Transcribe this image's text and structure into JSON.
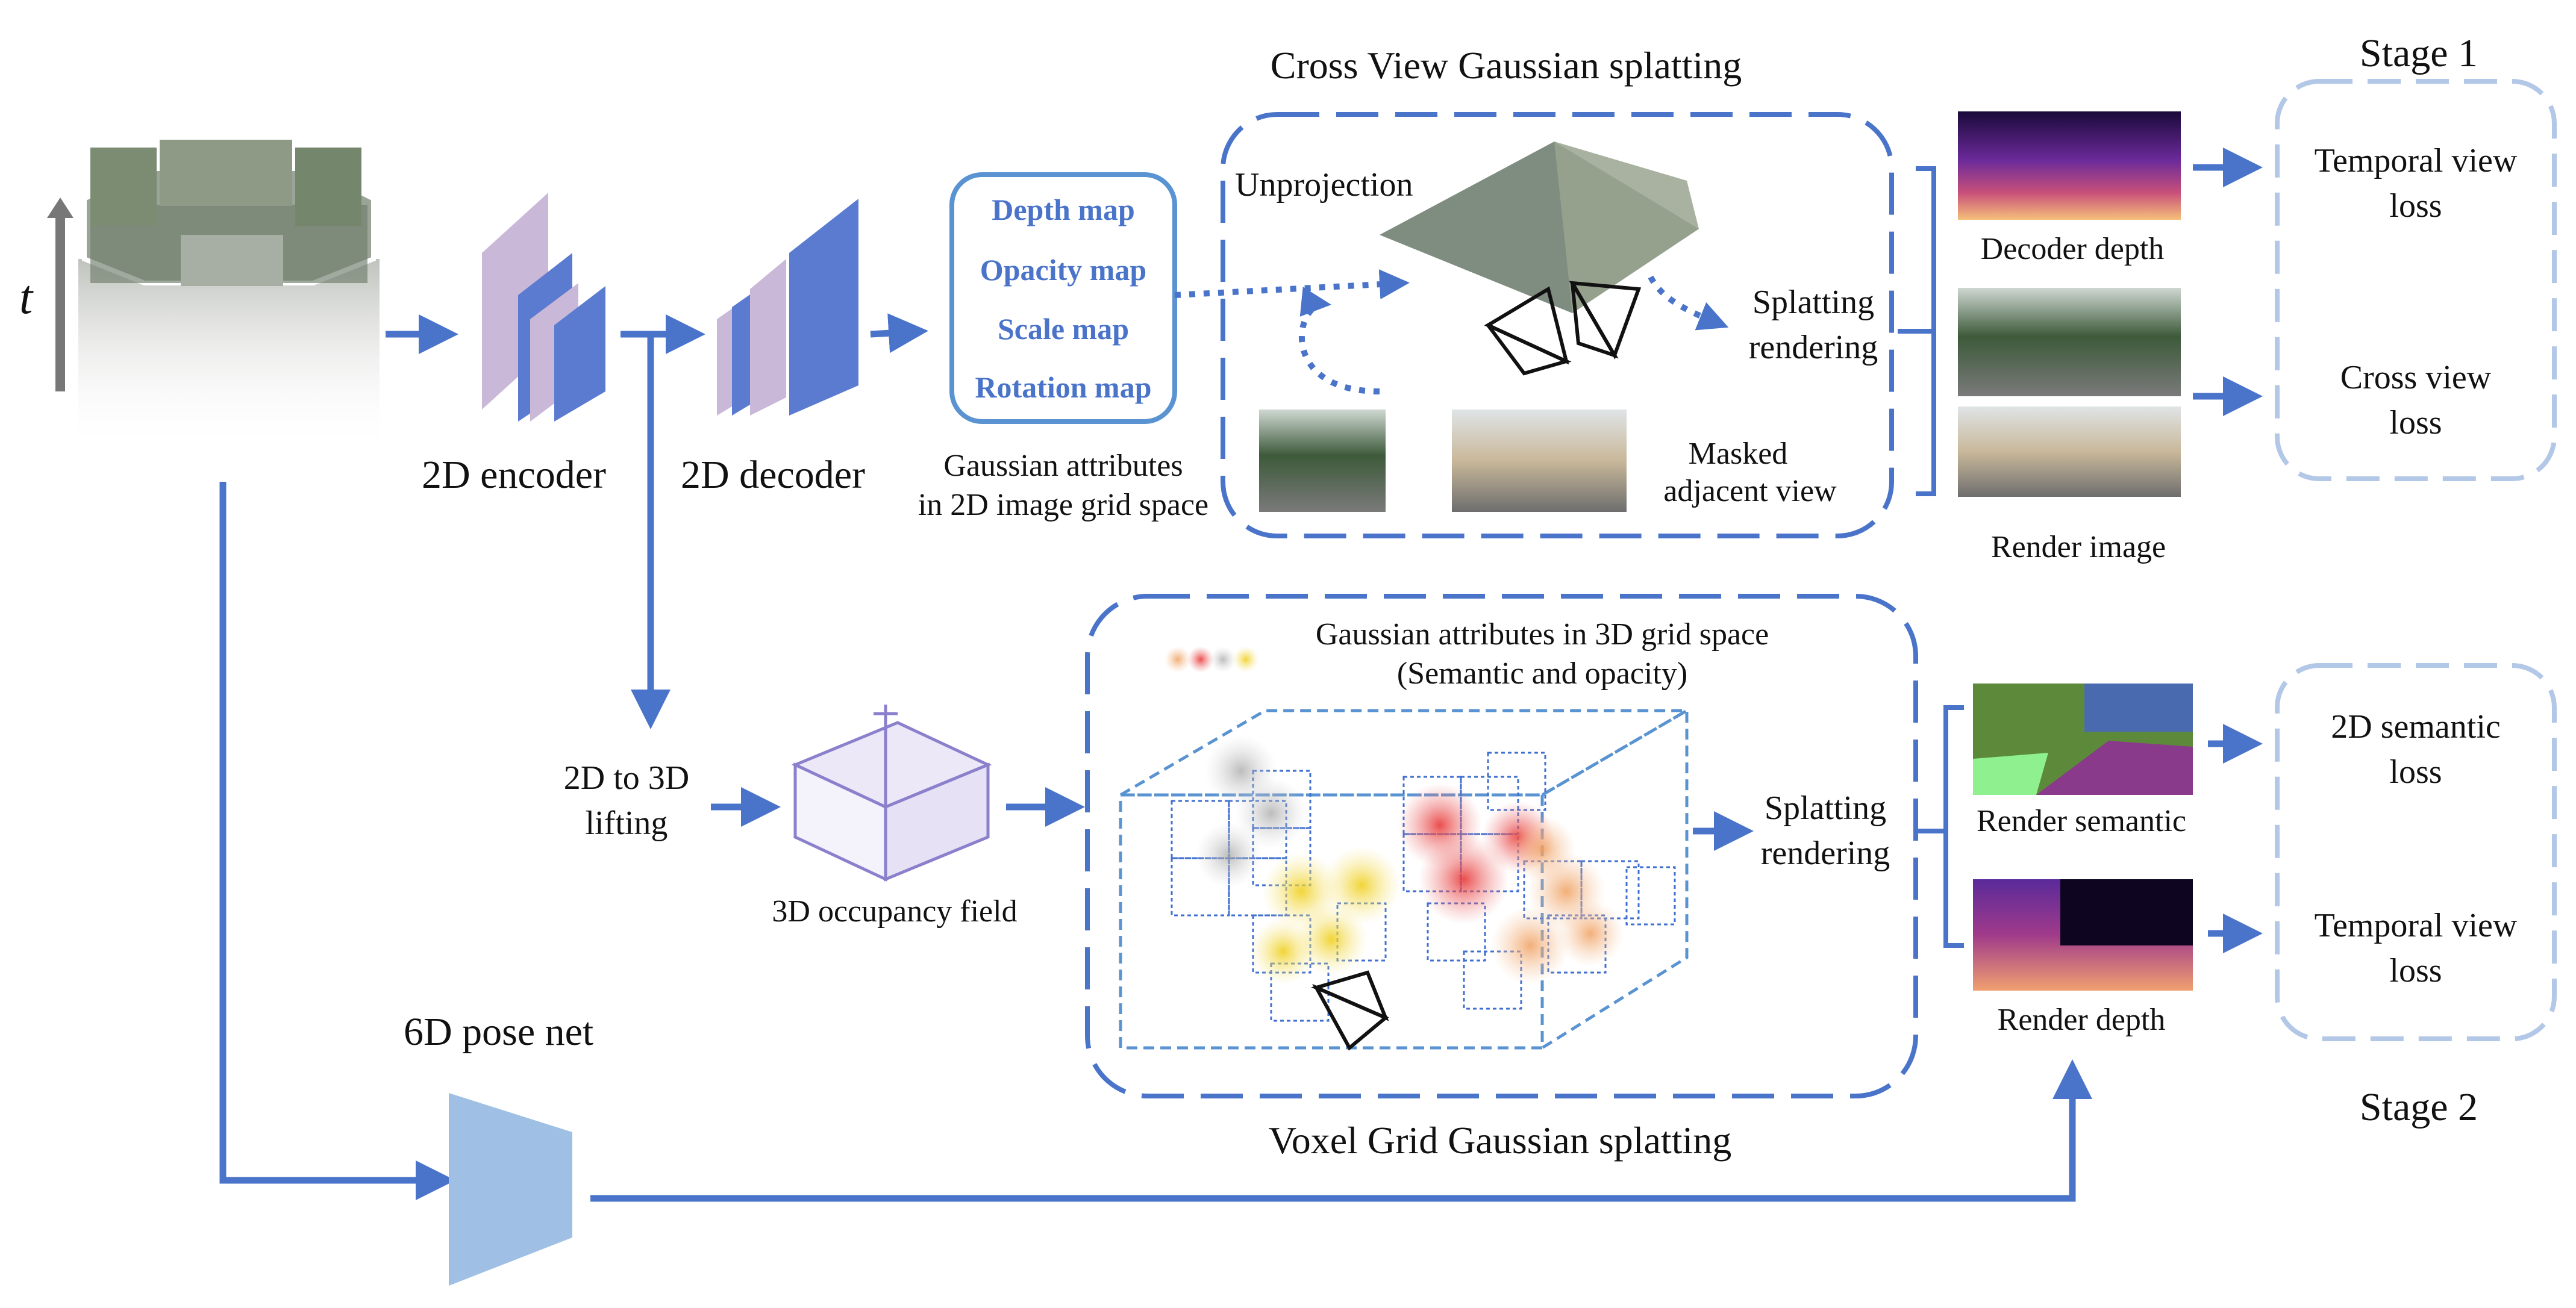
{
  "colors": {
    "arrow": "#4a74c9",
    "box_dark": "#4a74c9",
    "box_light": "#b3c7e6",
    "attr_box": "#5a93d2",
    "encoder_purple": "#c9b8d8",
    "encoder_blue": "#5a7bd0",
    "pose_net": "#9fc0e4"
  },
  "icons": {
    "camera": "camera-frustum-icon",
    "cube": "occupancy-cube-icon"
  },
  "labels": {
    "time_axis": "t",
    "encoder": "2D encoder",
    "decoder": "2D decoder",
    "lifting_line1": "2D to 3D",
    "lifting_line2": "lifting",
    "occupancy": "3D occupancy field",
    "pose_net": "6D pose net",
    "attr_2d_line1": "Gaussian attributes",
    "attr_2d_line2": "in 2D image grid space",
    "attr_maps": [
      "Depth map",
      "Opacity map",
      "Scale map",
      "Rotation map"
    ]
  },
  "cross_view": {
    "title": "Cross View Gaussian splatting",
    "unprojection": "Unprojection",
    "splatting_line1": "Splatting",
    "splatting_line2": "rendering",
    "masked_line1": "Masked",
    "masked_line2": "adjacent view"
  },
  "voxel_grid": {
    "title": "Voxel Grid Gaussian splatting",
    "attr_line1": "Gaussian attributes in 3D grid space",
    "attr_line2": "(Semantic and opacity)",
    "splatting_line1": "Splatting",
    "splatting_line2": "rendering"
  },
  "outputs": {
    "decoder_depth": "Decoder depth",
    "render_image": "Render image",
    "render_semantic": "Render semantic",
    "render_depth": "Render depth"
  },
  "stages": {
    "stage1": "Stage 1",
    "stage2": "Stage 2",
    "stage1_losses": [
      {
        "line1": "Temporal view",
        "line2": "loss"
      },
      {
        "line1": "Cross view",
        "line2": "loss"
      }
    ],
    "stage2_losses": [
      {
        "line1": "2D semantic",
        "line2": "loss"
      },
      {
        "line1": "Temporal view",
        "line2": "loss"
      }
    ]
  }
}
